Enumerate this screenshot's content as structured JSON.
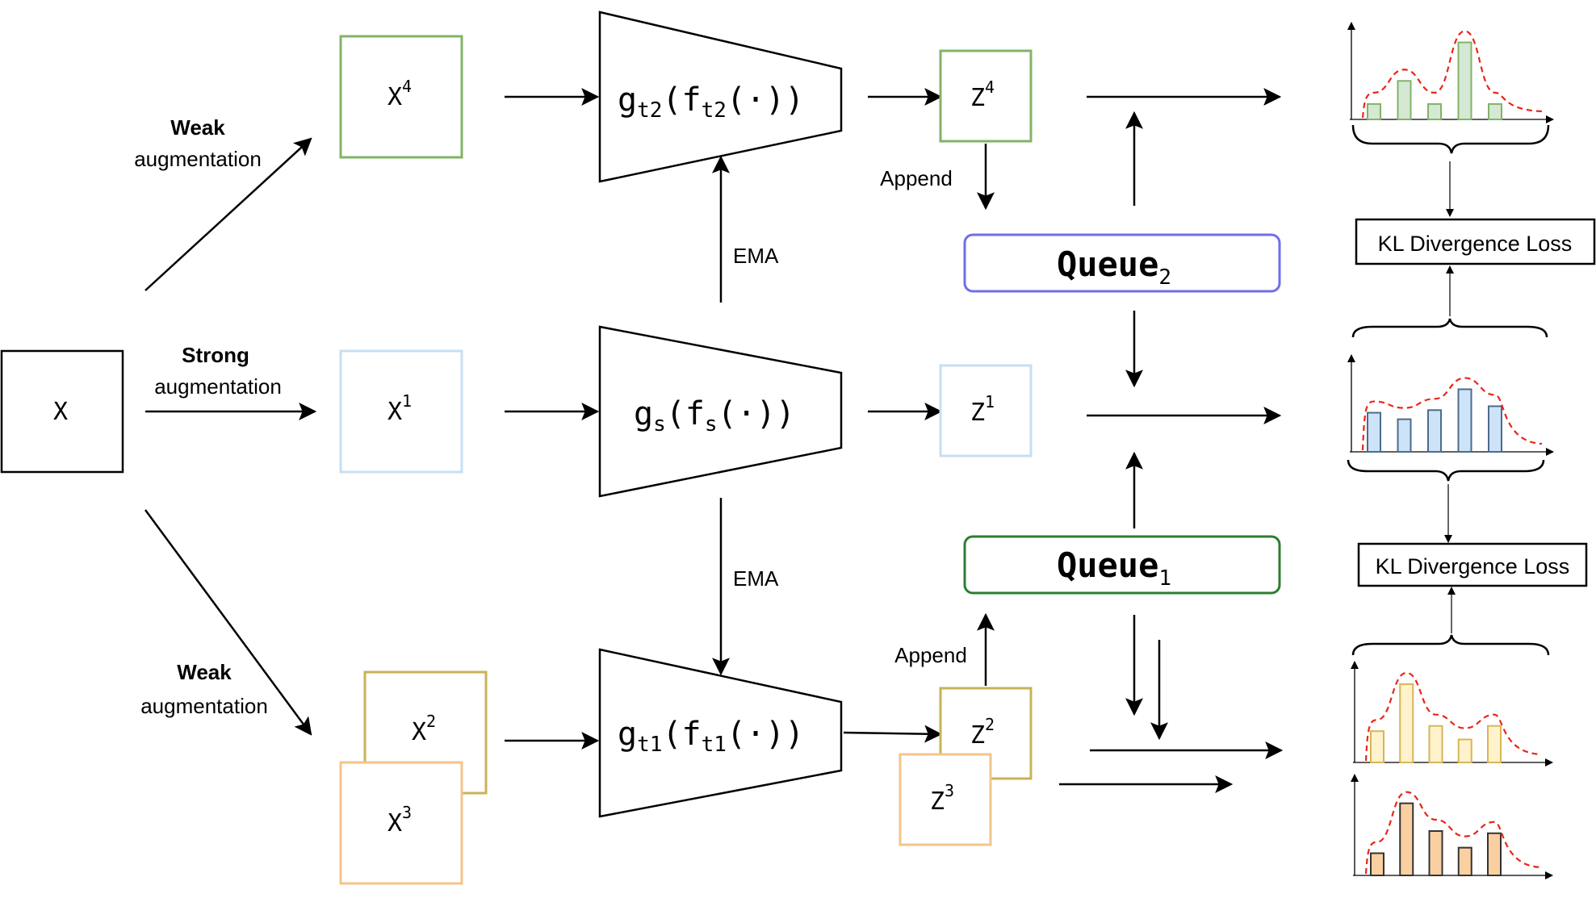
{
  "input": {
    "label": "X"
  },
  "augmentations": {
    "weak_top": {
      "bold": "Weak",
      "text": "augmentation"
    },
    "strong": {
      "bold": "Strong",
      "text": "augmentation"
    },
    "weak_bottom": {
      "bold": "Weak",
      "text": "augmentation"
    }
  },
  "views": {
    "x4": {
      "base": "X",
      "sup": "4"
    },
    "x1": {
      "base": "X",
      "sup": "1"
    },
    "x2": {
      "base": "X",
      "sup": "2"
    },
    "x3": {
      "base": "X",
      "sup": "3"
    }
  },
  "encoders": {
    "teacher2": {
      "g": "g",
      "g_sub": "t2",
      "mid": "(f",
      "f_sub": "t2",
      "end": "(·))"
    },
    "student": {
      "g": "g",
      "g_sub": "s",
      "mid": "(f",
      "f_sub": "s",
      "end": "(·))"
    },
    "teacher1": {
      "g": "g",
      "g_sub": "t1",
      "mid": "(f",
      "f_sub": "t1",
      "end": "(·))"
    }
  },
  "ema_labels": {
    "top": "EMA",
    "bottom": "EMA"
  },
  "embeddings": {
    "z4": {
      "base": "Z",
      "sup": "4"
    },
    "z1": {
      "base": "Z",
      "sup": "1"
    },
    "z2": {
      "base": "Z",
      "sup": "2"
    },
    "z3": {
      "base": "Z",
      "sup": "3"
    }
  },
  "append_labels": {
    "top": "Append",
    "bottom": "Append"
  },
  "queues": {
    "queue2": {
      "base": "Queue",
      "sub": "2"
    },
    "queue1": {
      "base": "Queue",
      "sub": "1"
    }
  },
  "losses": {
    "top": "KL Divergence Loss",
    "bottom": "KL Divergence Loss"
  },
  "colors": {
    "green": "#82b366",
    "green_fill": "#d5e8d4",
    "blue": "#a9cfec",
    "blue_dark": "#4d6b8c",
    "blue_fill": "#cde3f7",
    "yellow": "#d6b656",
    "yellow_fill": "#fff2cc",
    "orange": "#f5c48a",
    "orange_fill": "#fad0a0",
    "queue2_border": "#6f6fe8",
    "queue1_border": "#2e7d32",
    "red_dash": "#e8261a"
  },
  "chart_data": [
    {
      "type": "bar",
      "series": [
        {
          "values": [
            2,
            5,
            2,
            10,
            2
          ]
        }
      ]
    },
    {
      "type": "bar",
      "series": [
        {
          "values": [
            3,
            2.5,
            3.2,
            4.8,
            3.5
          ]
        }
      ]
    },
    {
      "type": "bar",
      "series": [
        {
          "values": [
            3,
            7.5,
            3.5,
            2.2,
            3.5
          ]
        }
      ]
    },
    {
      "type": "bar",
      "series": [
        {
          "values": [
            2,
            6.5,
            4,
            2.5,
            3.8
          ]
        }
      ]
    }
  ]
}
